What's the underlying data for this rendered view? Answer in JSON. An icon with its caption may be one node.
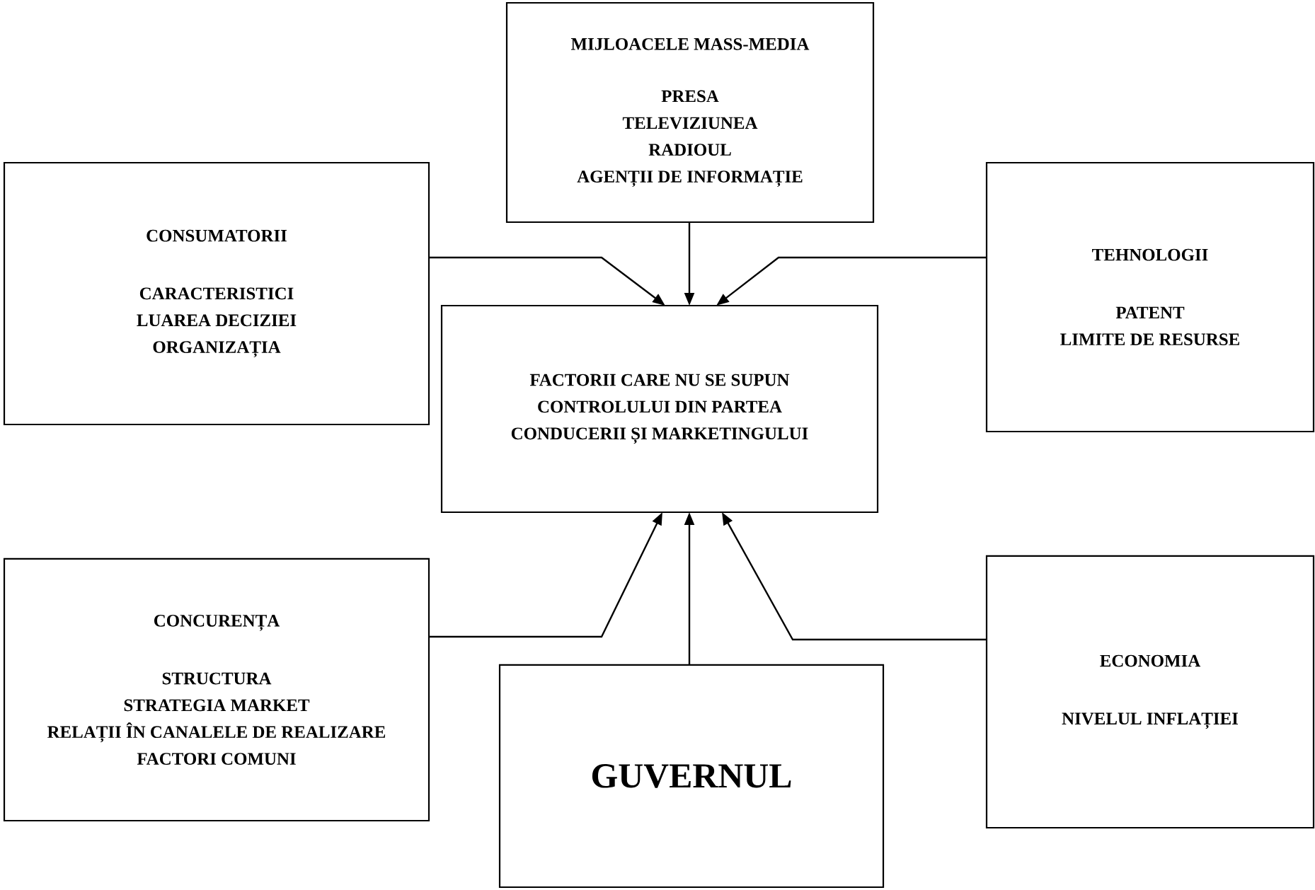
{
  "diagram": {
    "nodes": [
      {
        "text": [
          "MIJLOACELE MASS-MEDIA",
          "PRESA",
          "TELEVIZIUNEA",
          "RADIOUL",
          "AGENȚII DE INFORMAȚIE"
        ]
      },
      {
        "text": [
          "CONSUMATORII",
          "CARACTERISTICI",
          "LUAREA DECIZIEI",
          "ORGANIZAȚIA"
        ]
      },
      {
        "text": [
          "TEHNOLOGII",
          "PATENT",
          "LIMITE DE RESURSE"
        ]
      },
      {
        "text": [
          "FACTORII CARE NU SE SUPUN CONTROLULUI DIN PARTEA CONDUCERII ȘI MARKETINGULUI"
        ]
      },
      {
        "text": [
          "CONCURENȚA",
          "STRUCTURA",
          "STRATEGIA MARKET",
          "RELAȚII ÎN CANALELE DE REALIZARE",
          "FACTORI COMUNI"
        ]
      },
      {
        "text": [
          "ECONOMIA",
          "NIVELUL INFLAȚIEI"
        ]
      },
      {
        "text": [
          "GUVERNUL"
        ]
      }
    ],
    "edges": [
      {
        "from": 0,
        "to": 3,
        "arrow": "to"
      },
      {
        "from": 1,
        "to": 3,
        "arrow": "to"
      },
      {
        "from": 2,
        "to": 3,
        "arrow": "to"
      },
      {
        "from": 4,
        "to": 3,
        "arrow": "to"
      },
      {
        "from": 6,
        "to": 3,
        "arrow": "to"
      },
      {
        "from": 5,
        "to": 3,
        "arrow": "to"
      }
    ]
  }
}
